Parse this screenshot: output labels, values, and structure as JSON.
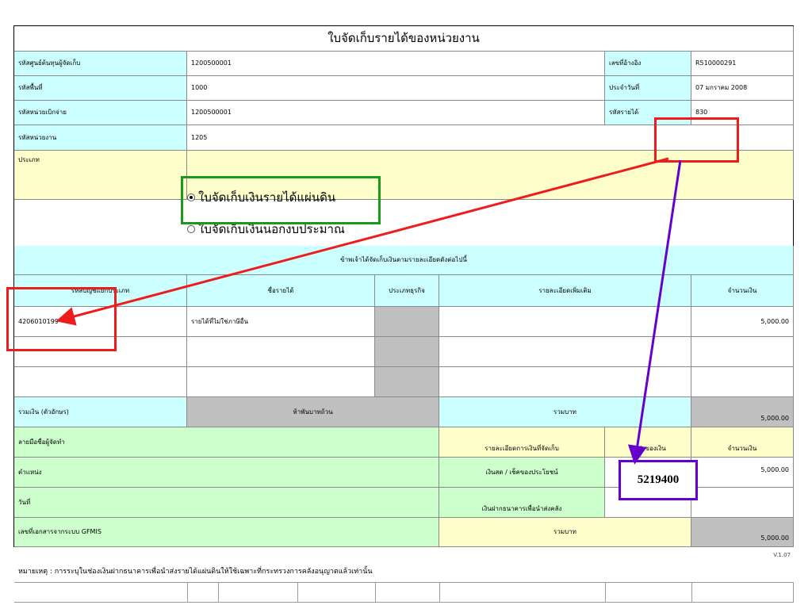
{
  "form": {
    "title": "ใบจัดเก็บรายได้ของหน่วยงาน",
    "fields": {
      "cost_center_label": "รหัสศูนย์ต้นทุนผู้จัดเก็บ",
      "cost_center_value": "1200500001",
      "ref_no_label": "เลขที่อ้างอิง",
      "ref_no_value": "R510000291",
      "area_label": "รหัสพื้นที่",
      "area_value": "1000",
      "date_label": "ประจำวันที่",
      "date_value": "07 มกราคม 2008",
      "disburse_unit_label": "รหัสหน่วยเบิกจ่าย",
      "disburse_unit_value": "1200500001",
      "revenue_code_label": "รหัสรายได้",
      "revenue_code_value": "830",
      "unit_label": "รหัสหน่วยงาน",
      "unit_value": "1205",
      "type_label": "ประเภท"
    },
    "type_options": [
      {
        "label": "ใบจัดเก็บเงินรายได้แผ่นดิน",
        "selected": true
      },
      {
        "label": "ใบจัดเก็บเงินนอกงบประมาณ",
        "selected": false
      }
    ],
    "detail_heading": "ข้าพเจ้าได้จัดเก็บเงินตามรายละเอียดดังต่อไปนี้",
    "columns": {
      "account_code": "รหัสบัญชีแยกประเภท",
      "revenue_name": "ชื่อรายได้",
      "business_type": "ประเภทธุรกิจ",
      "more_detail": "รายละเอียดเพิ่มเติม",
      "amount": "จำนวนเงิน"
    },
    "rows": [
      {
        "account_code": "4206010199",
        "revenue_name": "รายได้ที่ไม่ใช่ภาษีอื่น",
        "business_type": "",
        "more_detail": "",
        "amount": "5,000.00"
      },
      {
        "account_code": "",
        "revenue_name": "",
        "business_type": "",
        "more_detail": "",
        "amount": ""
      },
      {
        "account_code": "",
        "revenue_name": "",
        "business_type": "",
        "more_detail": "",
        "amount": ""
      }
    ],
    "total_text_label": "รวมเงิน (ตัวอักษร)",
    "total_text_value": "ห้าพันบาทถ้วน",
    "total_baht_label": "รวมบาท",
    "total_baht_value": "5,000.00",
    "signer_label": "ลายมือชื่อผู้จัดทำ",
    "position_label": "ตำแหน่ง",
    "date2_label": "วันที่",
    "gfmis_label": "เลขที่เอกสารจากระบบ GFMIS",
    "collection_detail_label": "รายละเอียดการเงินที่จัดเก็บ",
    "source_label": "แหล่งของเงิน",
    "amount_label": "จำนวนเงิน",
    "cash_label": "เงินสด / เช็คของประโยชน์",
    "cash_amount": "5,000.00",
    "bank_label": "เงินฝากธนาคารเพื่อนำส่งคลัง",
    "grand_total_label": "รวมบาท",
    "grand_total_value": "5,000.00",
    "version": "V.1.07",
    "note": "หมายเหตุ : การระบุในช่องเงินฝากธนาคารเพื่อนำส่งรายได้แผ่นดินให้ใช้เฉพาะที่กระทรวงการคลังอนุญาตแล้วเท่านั้น"
  },
  "annotations": {
    "source_fund_value": "5219400",
    "red_color": "#ee1c1c",
    "green_color": "#1a9a1a",
    "purple_color": "#6600cc"
  }
}
